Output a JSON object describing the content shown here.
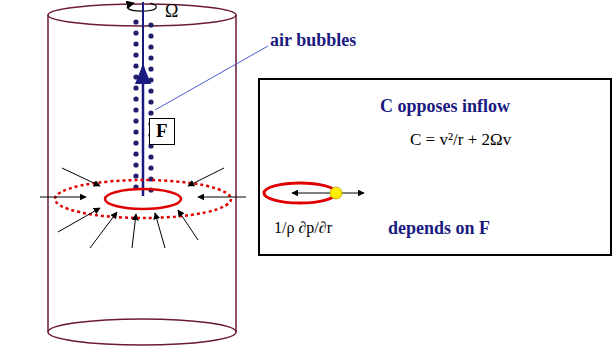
{
  "diagram": {
    "nodes": [
      {
        "text": [
          "F"
        ]
      },
      {
        "text": [
          "C opposes inflow",
          "C = v²/r + 2Ωv",
          "1/ρ ∂p/∂r",
          "depends on F"
        ]
      }
    ],
    "edges": [],
    "labels": [
      "Ω",
      "air bubbles"
    ]
  }
}
